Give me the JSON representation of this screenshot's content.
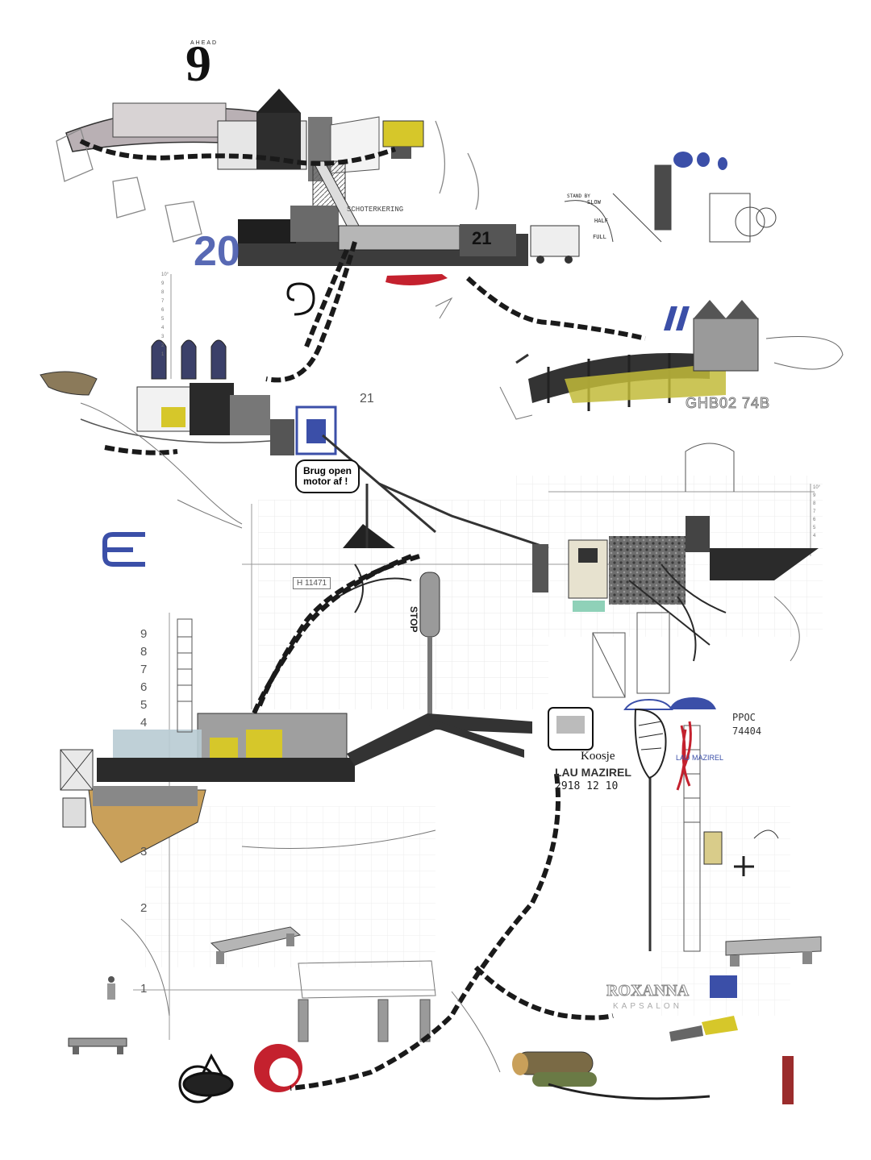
{
  "labels": {
    "top_glyph": "9",
    "top_glyph_caption": "AHEAD",
    "bridge_banner": "SCHOTERKERING",
    "number_20": "20",
    "number_21_tag": "21",
    "number_21": "21",
    "bubble_line1": "Brug open",
    "bubble_line2": "motor af !",
    "plate_h": "H 11471",
    "letter_e": "E",
    "stop_sign": "STOP",
    "koosje": "Koosje",
    "lau_mazirel_1": "LAU MAZIREL",
    "house_numbers": "2918 12 10",
    "lau_mazirel_2": "LAU MAZIREL",
    "ppoc_code_1": "PPOC",
    "ppoc_code_2": "74404",
    "roxanna_1": "ROXANNA",
    "roxanna_2": "KAPSALON",
    "telegraph_1": "STAND BY",
    "telegraph_2": "SLOW",
    "telegraph_3": "HALF",
    "telegraph_4": "FULL",
    "bridge_code": "GHB02 74B"
  },
  "scales": {
    "main_ticks": [
      "9",
      "8",
      "7",
      "6",
      "5",
      "4",
      "3",
      "2",
      "1"
    ],
    "small_ticks": [
      "10°",
      "9",
      "8",
      "7",
      "6",
      "5",
      "4",
      "3",
      "2",
      "1"
    ],
    "right_ticks": [
      "10°",
      "9",
      "8",
      "7",
      "6",
      "5",
      "4"
    ]
  },
  "colors": {
    "ink": "#1a1a1a",
    "blue": "#3b4fa8",
    "yellow": "#d6c72a",
    "red": "#c4212e",
    "grey": "#8a8a8a",
    "wood": "#c9a05a"
  }
}
